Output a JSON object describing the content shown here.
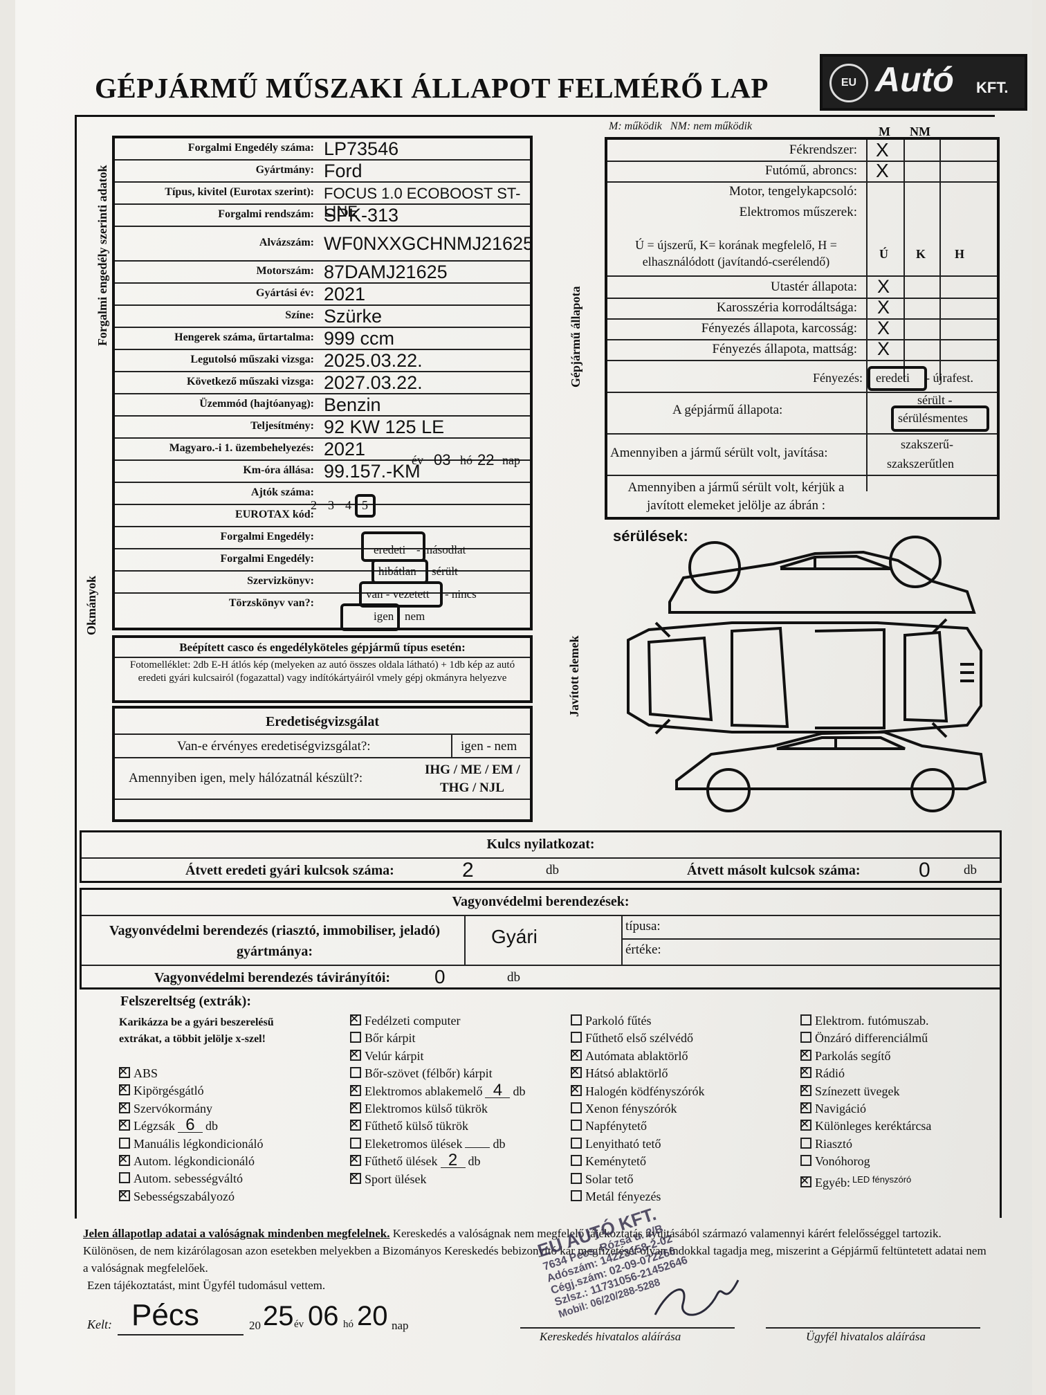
{
  "title": "GÉPJÁRMŰ MŰSZAKI ÁLLAPOT FELMÉRŐ LAP",
  "logo": {
    "eu": "EU",
    "brand": "Autó",
    "suffix": "KFT."
  },
  "side_labels": {
    "forgalmi": "Forgalmi engedély szerinti adatok",
    "okmanyok": "Okmányok",
    "allapot": "Gépjármű állapota",
    "javitott": "Javított elemek"
  },
  "vehicle": {
    "rows": [
      {
        "label": "Forgalmi Engedély száma:",
        "value": "LP73546"
      },
      {
        "label": "Gyártmány:",
        "value": "Ford"
      },
      {
        "label": "Típus, kivitel (Eurotax szerint):",
        "value": "FOCUS 1.0 ECOBOOST ST-LINE"
      },
      {
        "label": "Forgalmi rendszám:",
        "value": "SPK-313"
      },
      {
        "label": "Alvázszám:",
        "value": "WF0NXXGCHNMJ21625"
      },
      {
        "label": "Motorszám:",
        "value": "87DAMJ21625"
      },
      {
        "label": "Gyártási év:",
        "value": "2021"
      },
      {
        "label": "Színe:",
        "value": "Szürke"
      },
      {
        "label": "Hengerek száma, űrtartalma:",
        "value": "999 ccm"
      },
      {
        "label": "Legutolsó műszaki vizsga:",
        "value": "2025.03.22."
      },
      {
        "label": "Következő műszaki vizsga:",
        "value": "2027.03.22."
      },
      {
        "label": "Üzemmód (hajtóanyag):",
        "value": "Benzin"
      },
      {
        "label": "Teljesítmény:",
        "value": "92 KW 125 LE"
      },
      {
        "label": "Magyaro.-i 1. üzembehelyezés:",
        "value": "2021"
      },
      {
        "label": "Km-óra állása:",
        "value": "99.157.-KM"
      },
      {
        "label": "Ajtók száma:",
        "value": ""
      },
      {
        "label": "EUROTAX kód:",
        "value": ""
      },
      {
        "label": "Forgalmi Engedély:",
        "value": ""
      },
      {
        "label": "Forgalmi Engedély:",
        "value": ""
      },
      {
        "label": "Szervizkönyv:",
        "value": ""
      },
      {
        "label": "Törzskönyv van?:",
        "value": ""
      }
    ],
    "first_reg": {
      "ev": "év",
      "month": "03",
      "ho": "hó",
      "day": "22",
      "nap": "nap"
    },
    "doors": [
      "2",
      "3",
      "4",
      "5"
    ],
    "doc_opts": [
      {
        "a": "eredeti",
        "b": "- másodlat"
      },
      {
        "a": "hibátlan",
        "b": "sérült"
      },
      {
        "a": "van - vezetett",
        "b": "- nincs"
      },
      {
        "a": "igen",
        "b": "nem"
      }
    ]
  },
  "casco": {
    "title": "Beépített casco és engedélyköteles gépjármű típus esetén:",
    "text": "Fotomelléklet: 2db E-H átlós kép (melyeken az autó összes oldala látható) + 1db kép az autó eredeti gyári kulcsairól (fogazattal) vagy indítókártyáiról vmely gépj okmányra helyezve"
  },
  "eredetiseg": {
    "title": "Eredetiségvizsgálat",
    "q1": "Van-e érvényes eredetiségvizsgálat?:",
    "a1": "igen - nem",
    "q2": "Amennyiben igen, mely hálózatnál készült?:",
    "a2a": "IHG / ME / EM /",
    "a2b": "THG / NJL"
  },
  "condition": {
    "legend": "M: működik   NM: nem működik",
    "col_m": "M",
    "col_nm": "NM",
    "rows_mnm": [
      "Fékrendszer:",
      "Futómű, abroncs:",
      "Motor, tengelykapcsoló:",
      "Elektromos műszerek:"
    ],
    "ukh_text": "Ú = újszerű, K= korának megfelelő, H = elhasználódott (javítandó-cserélendő)",
    "col_u": "Ú",
    "col_k": "K",
    "col_h": "H",
    "rows_ukh": [
      "Utastér állapota:",
      "Karosszéria korrodáltsága:",
      "Fényezés állapota, karcosság:",
      "Fényezés állapota, mattság:"
    ],
    "fenyezes": {
      "label": "Fényezés:",
      "a": "eredeti",
      "b": "- újrafest."
    },
    "allapot": {
      "label": "A gépjármű állapota:",
      "a": "sérült -",
      "b": "sérülésmentes"
    },
    "javitas": {
      "label": "Amennyiben a jármű sérült volt, javítása:",
      "a": "szakszerű-",
      "b": "szakszerűtlen"
    },
    "jelolje": "Amennyiben a jármű sérült volt, kérjük a javított elemeket jelölje az ábrán :",
    "mark": "X"
  },
  "damage_label": "sérülések:",
  "keys": {
    "title": "Kulcs nyilatkozat:",
    "orig_label": "Átvett eredeti gyári kulcsok száma:",
    "orig_val": "2",
    "copy_label": "Átvett másolt kulcsok száma:",
    "copy_val": "0",
    "unit": "db"
  },
  "security": {
    "title": "Vagyonvédelmi berendezések:",
    "maker_label": "Vagyonvédelmi berendezés (riasztó, immobiliser, jeladó) gyártmánya:",
    "maker_val": "Gyári",
    "tipus": "típusa:",
    "erteke": "értéke:",
    "remote_label": "Vagyonvédelmi berendezés távirányítói:",
    "remote_val": "0",
    "unit": "db"
  },
  "extras": {
    "title": "Felszereltség (extrák):",
    "instr": "Karikázza be a gyári beszerelésű extrákat, a többit jelölje x-szel!",
    "col1": [
      {
        "t": "ABS",
        "x": true
      },
      {
        "t": "Kipörgésgátló",
        "x": true
      },
      {
        "t": "Szervókormány",
        "x": true
      },
      {
        "t": "Légzsák",
        "x": true,
        "n": "6",
        "u": "db"
      },
      {
        "t": "Manuális légkondicionáló",
        "x": false
      },
      {
        "t": "Autom. légkondicionáló",
        "x": true
      },
      {
        "t": "Autom. sebességváltó",
        "x": false
      },
      {
        "t": "Sebességszabályozó",
        "x": true
      }
    ],
    "col2": [
      {
        "t": "Fedélzeti computer",
        "x": true
      },
      {
        "t": "Bőr kárpit",
        "x": false
      },
      {
        "t": "Velúr kárpit",
        "x": true
      },
      {
        "t": "Bőr-szövet (félbőr) kárpit",
        "x": false
      },
      {
        "t": "Elektromos ablakemelő",
        "x": true,
        "n": "4",
        "u": "db"
      },
      {
        "t": "Elektromos külső tükrök",
        "x": true
      },
      {
        "t": "Fűthető külső tükrök",
        "x": true
      },
      {
        "t": "Eleketromos ülések",
        "x": false,
        "n": "",
        "u": "db"
      },
      {
        "t": "Fűthető ülések",
        "x": true,
        "n": "2",
        "u": "db"
      },
      {
        "t": "Sport ülések",
        "x": true
      }
    ],
    "col3": [
      {
        "t": "Parkoló fűtés",
        "x": false
      },
      {
        "t": "Fűthető első szélvédő",
        "x": false
      },
      {
        "t": "Autómata ablaktörlő",
        "x": true
      },
      {
        "t": "Hátsó ablaktörlő",
        "x": true
      },
      {
        "t": "Halogén ködfényszórók",
        "x": true
      },
      {
        "t": "Xenon fényszórók",
        "x": false
      },
      {
        "t": "Napfénytető",
        "x": false
      },
      {
        "t": "Lenyitható tető",
        "x": false
      },
      {
        "t": "Keménytető",
        "x": false
      },
      {
        "t": "Solar tető",
        "x": false
      },
      {
        "t": "Metál fényezés",
        "x": false
      }
    ],
    "col4": [
      {
        "t": "Elektrom. futómuszab.",
        "x": false
      },
      {
        "t": "Önzáró differenciálmű",
        "x": false
      },
      {
        "t": "Parkolás segítő",
        "x": true
      },
      {
        "t": "Rádió",
        "x": true
      },
      {
        "t": "Színezett üvegek",
        "x": true
      },
      {
        "t": "Navigáció",
        "x": true
      },
      {
        "t": "Különleges keréktárcsa",
        "x": true
      },
      {
        "t": "Riasztó",
        "x": false
      },
      {
        "t": "Vonóhorog",
        "x": false
      },
      {
        "t": "Egyéb:",
        "x": true,
        "n": "LED fényszóró"
      }
    ]
  },
  "declaration": {
    "p1": "Jelen állapotlap adatai a valóságnak mindenben megfelelnek.",
    "p2": "Kereskedés a valóságnak nem megfelelő tájékoztatás nyújtásából származó valamennyi kárért felelősséggel tartozik. Különösen, de nem kizárólagosan azon esetekben melyekben a Bizományos Kereskedés bebizonyító kár megfizetését olyan indokkal tagadja meg, miszerint a Gépjármű feltüntetett adatai nem a valóságnak megfelelőek.",
    "p3": "Ezen tájékoztatást, mint Ügyfél tudomásul vettem."
  },
  "kelt": {
    "label": "Kelt:",
    "city": "Pécs",
    "y_prefix": "20",
    "year": "25",
    "ev": "év",
    "month": "06",
    "ho": "hó",
    "day": "20",
    "nap": "nap"
  },
  "signatures": {
    "dealer": "Kereskedés hivatalos aláírása",
    "client": "Ügyfél hivatalos aláírása"
  },
  "stamp": {
    "l1": "EU AUTÓ KFT.",
    "l2": "7634 Pécs, Rózsa u. 2/B",
    "l3": "Adószám: 14223158-2-02",
    "l4": "Cégj.szám: 02-09-072266",
    "l5": "Szlsz.: 11731056-21452646",
    "l6": "Mobil: 06/20/288-5288"
  }
}
